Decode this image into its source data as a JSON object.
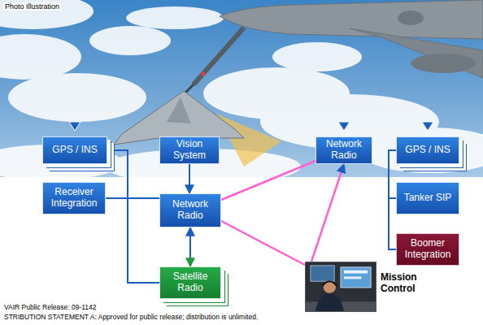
{
  "diagram": {
    "nodes": [
      {
        "text": [
          "GPS / INS"
        ]
      },
      {
        "text": [
          "Vision System"
        ]
      },
      {
        "text": [
          "Network Radio"
        ]
      },
      {
        "text": [
          "GPS / INS"
        ]
      },
      {
        "text": [
          "Receiver Integration"
        ]
      },
      {
        "text": [
          "Network Radio"
        ]
      },
      {
        "text": [
          "Tanker SIP"
        ]
      },
      {
        "text": [
          "Boomer Integration"
        ]
      },
      {
        "text": [
          "Satellite Radio"
        ]
      },
      {
        "text": [
          "Mission Control"
        ]
      }
    ],
    "edges": [
      {
        "from": 4,
        "to": 0,
        "arrow": "none"
      },
      {
        "from": 4,
        "to": 5,
        "arrow": "none"
      },
      {
        "from": 4,
        "to": 8,
        "arrow": "none"
      },
      {
        "from": 1,
        "to": 5,
        "arrow": "to"
      },
      {
        "from": 5,
        "to": 8,
        "arrow": "both"
      },
      {
        "from": 5,
        "to": 2,
        "arrow": "none"
      },
      {
        "from": 5,
        "to": 9,
        "arrow": "none"
      },
      {
        "from": 9,
        "to": 2,
        "arrow": "to"
      },
      {
        "from": 6,
        "to": 3,
        "arrow": "none"
      },
      {
        "from": 6,
        "to": 7,
        "arrow": "none"
      }
    ],
    "labels": [
      "Photo Illustration",
      "VAIR Public Release: 09-1142",
      "STRIBUTION STATEMENT A: Approved for public release; distribution is unlimited."
    ]
  }
}
